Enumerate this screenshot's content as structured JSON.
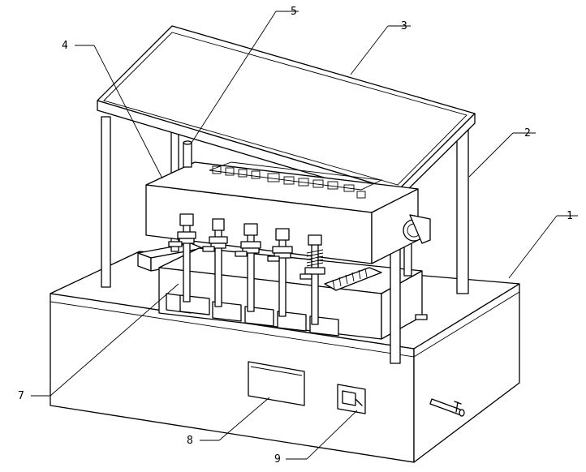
{
  "labels": [
    {
      "id": "1",
      "text": "1"
    },
    {
      "id": "2",
      "text": "2"
    },
    {
      "id": "3",
      "text": "3"
    },
    {
      "id": "4",
      "text": "4"
    },
    {
      "id": "5",
      "text": "5"
    },
    {
      "id": "7",
      "text": "7"
    },
    {
      "id": "8",
      "text": "8"
    },
    {
      "id": "9",
      "text": "9"
    }
  ],
  "colors": {
    "line": "#000000",
    "background": "#ffffff"
  }
}
